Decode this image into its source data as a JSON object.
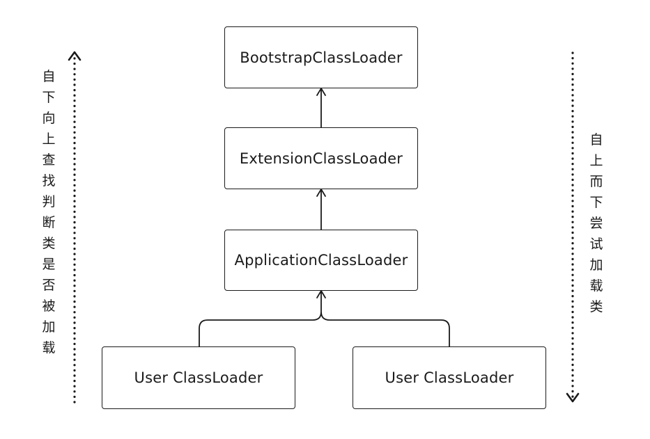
{
  "diagram": {
    "nodes": {
      "bootstrap": "BootstrapClassLoader",
      "extension": "ExtensionClassLoader",
      "application": "ApplicationClassLoader",
      "user1": "User ClassLoader",
      "user2": "User ClassLoader"
    },
    "left_note": "自下向上查找判断类是否被加载",
    "right_note": "自上而下尝试加载类"
  }
}
